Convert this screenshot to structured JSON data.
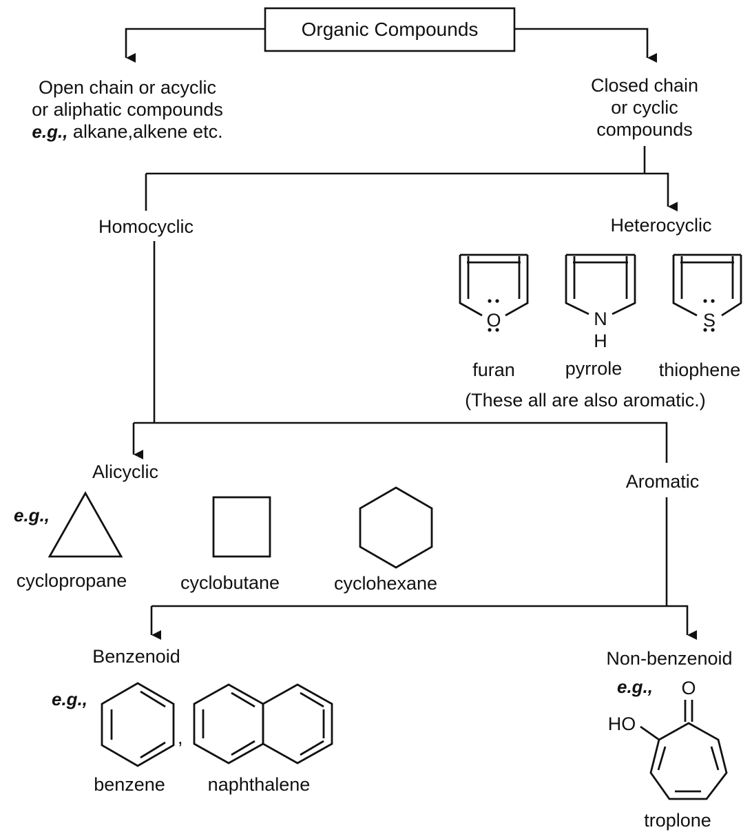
{
  "root": "Organic Compounds",
  "open_chain": {
    "line1": "Open chain or acyclic",
    "line2": "or aliphatic compounds",
    "eg": "e.g.,",
    "examples": " alkane,alkene etc."
  },
  "closed_chain": {
    "line1": "Closed chain",
    "line2": "or cyclic",
    "line3": "compounds"
  },
  "homocyclic": "Homocyclic",
  "heterocyclic": {
    "label": "Heterocyclic",
    "furan": "furan",
    "pyrrole": "pyrrole",
    "thiophene": "thiophene",
    "note": "(These all are also aromatic.)",
    "atom_o": "O",
    "atom_n": "N",
    "atom_h": "H",
    "atom_s": "S"
  },
  "alicyclic": {
    "label": "Alicyclic",
    "eg": "e.g.,",
    "cyclopropane": "cyclopropane",
    "cyclobutane": "cyclobutane",
    "cyclohexane": "cyclohexane"
  },
  "aromatic": "Aromatic",
  "benzenoid": {
    "label": "Benzenoid",
    "eg": "e.g.,",
    "comma": ",",
    "benzene": "benzene",
    "naphthalene": "naphthalene"
  },
  "non_benzenoid": {
    "label": "Non-benzenoid",
    "eg": "e.g.,",
    "atom_o": "O",
    "atom_ho": "HO",
    "tropolone": "troplone"
  }
}
